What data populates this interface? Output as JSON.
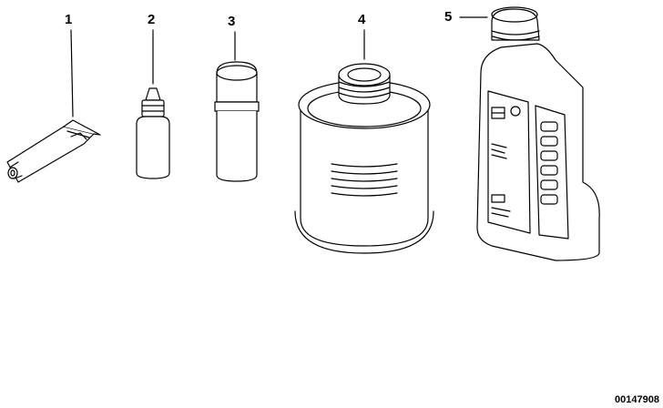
{
  "callouts": [
    "1",
    "2",
    "3",
    "4",
    "5"
  ],
  "reference_code": "00147908",
  "colors": {
    "stroke": "#000000",
    "background": "#ffffff"
  }
}
